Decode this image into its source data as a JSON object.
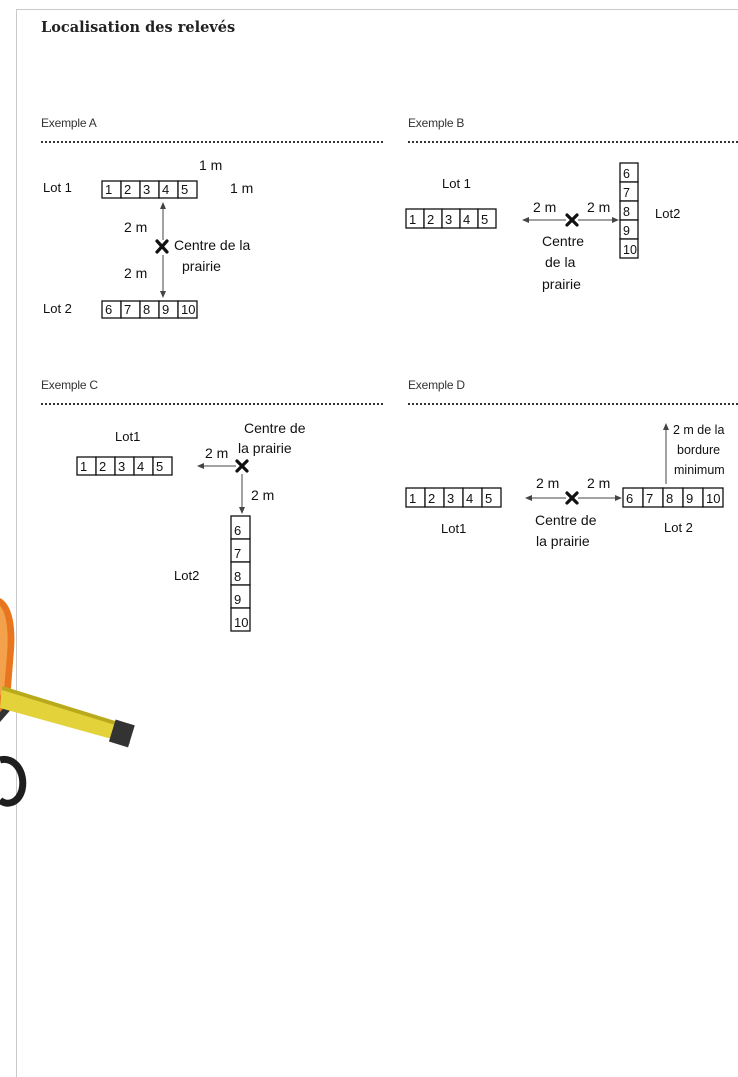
{
  "title": "Localisation des relevés",
  "examples": {
    "a": {
      "label": "Exemple A",
      "lot1": "Lot 1",
      "lot2": "Lot 2",
      "boxes1": [
        "1",
        "2",
        "3",
        "4",
        "5"
      ],
      "boxes2": [
        "6",
        "7",
        "8",
        "9",
        "10"
      ],
      "dim_top": "1 m",
      "dim_side": "1 m",
      "dist1": "2 m",
      "dist2": "2 m",
      "centre_l1": "Centre de la",
      "centre_l2": "prairie"
    },
    "b": {
      "label": "Exemple B",
      "lot1": "Lot 1",
      "lot2": "Lot2",
      "boxes1": [
        "1",
        "2",
        "3",
        "4",
        "5"
      ],
      "boxes2": [
        "6",
        "7",
        "8",
        "9",
        "10"
      ],
      "dist1": "2 m",
      "dist2": "2 m",
      "centre_l1": "Centre",
      "centre_l2": "de la",
      "centre_l3": "prairie"
    },
    "c": {
      "label": "Exemple C",
      "lot1": "Lot1",
      "lot2": "Lot2",
      "boxes1": [
        "1",
        "2",
        "3",
        "4",
        "5"
      ],
      "boxes2": [
        "6",
        "7",
        "8",
        "9",
        "10"
      ],
      "dist1": "2 m",
      "dist2": "2 m",
      "centre_l1": "Centre de",
      "centre_l2": "la prairie"
    },
    "d": {
      "label": "Exemple D",
      "lot1": "Lot1",
      "lot2": "Lot 2",
      "boxes1": [
        "1",
        "2",
        "3",
        "4",
        "5"
      ],
      "boxes2": [
        "6",
        "7",
        "8",
        "9",
        "10"
      ],
      "dist1": "2 m",
      "dist2": "2 m",
      "centre_l1": "Centre de",
      "centre_l2": "la prairie",
      "border_l1": "2 m de la",
      "border_l2": "bordure",
      "border_l3": "minimum"
    }
  }
}
